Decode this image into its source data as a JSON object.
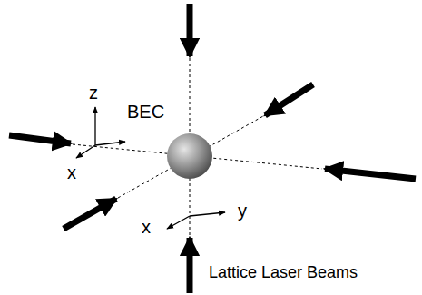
{
  "diagram": {
    "labels": [
      "z",
      "x",
      "BEC",
      "x",
      "y",
      "Lattice Laser Beams"
    ]
  }
}
